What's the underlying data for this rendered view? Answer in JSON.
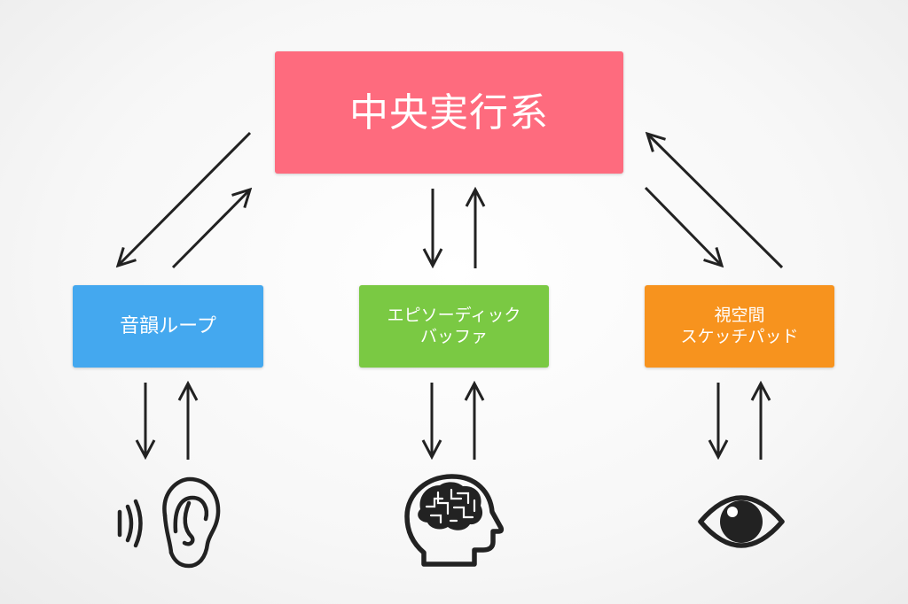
{
  "central_executive": {
    "label": "中央実行系",
    "color": "#fe6b7e"
  },
  "subsystems": [
    {
      "id": "phonological-loop",
      "label": "音韻ループ",
      "color": "#44a8ef",
      "icon": "ear-icon"
    },
    {
      "id": "episodic-buffer",
      "label": "エピソーディック\nバッファ",
      "color": "#7ac943",
      "icon": "brain-head-icon"
    },
    {
      "id": "visuospatial-sketchpad",
      "label": "視空間\nスケッチパッド",
      "color": "#f7931e",
      "icon": "eye-icon"
    }
  ],
  "arrow_color": "#222222"
}
